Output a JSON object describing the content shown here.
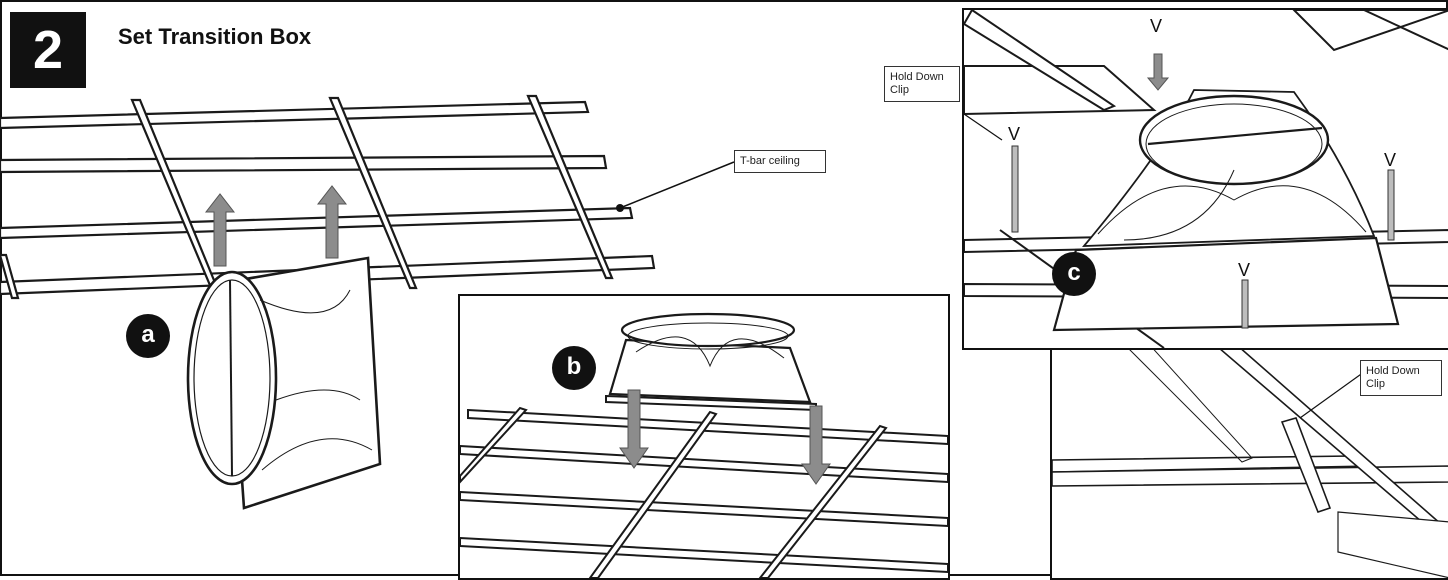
{
  "step": {
    "number": "2",
    "title": "Set Transition Box"
  },
  "callouts": {
    "tbar": "T-bar ceiling",
    "hold_clip_c": "Hold Down Clip",
    "hold_clip_d": "Hold Down Clip"
  },
  "markers": {
    "a": "a",
    "b": "b",
    "c": "c"
  },
  "clip_labels": [
    "V",
    "V",
    "V",
    "V"
  ],
  "colors": {
    "line": "#1a1a1a",
    "arrow": "#8c8c8c",
    "badge": "#111111"
  }
}
